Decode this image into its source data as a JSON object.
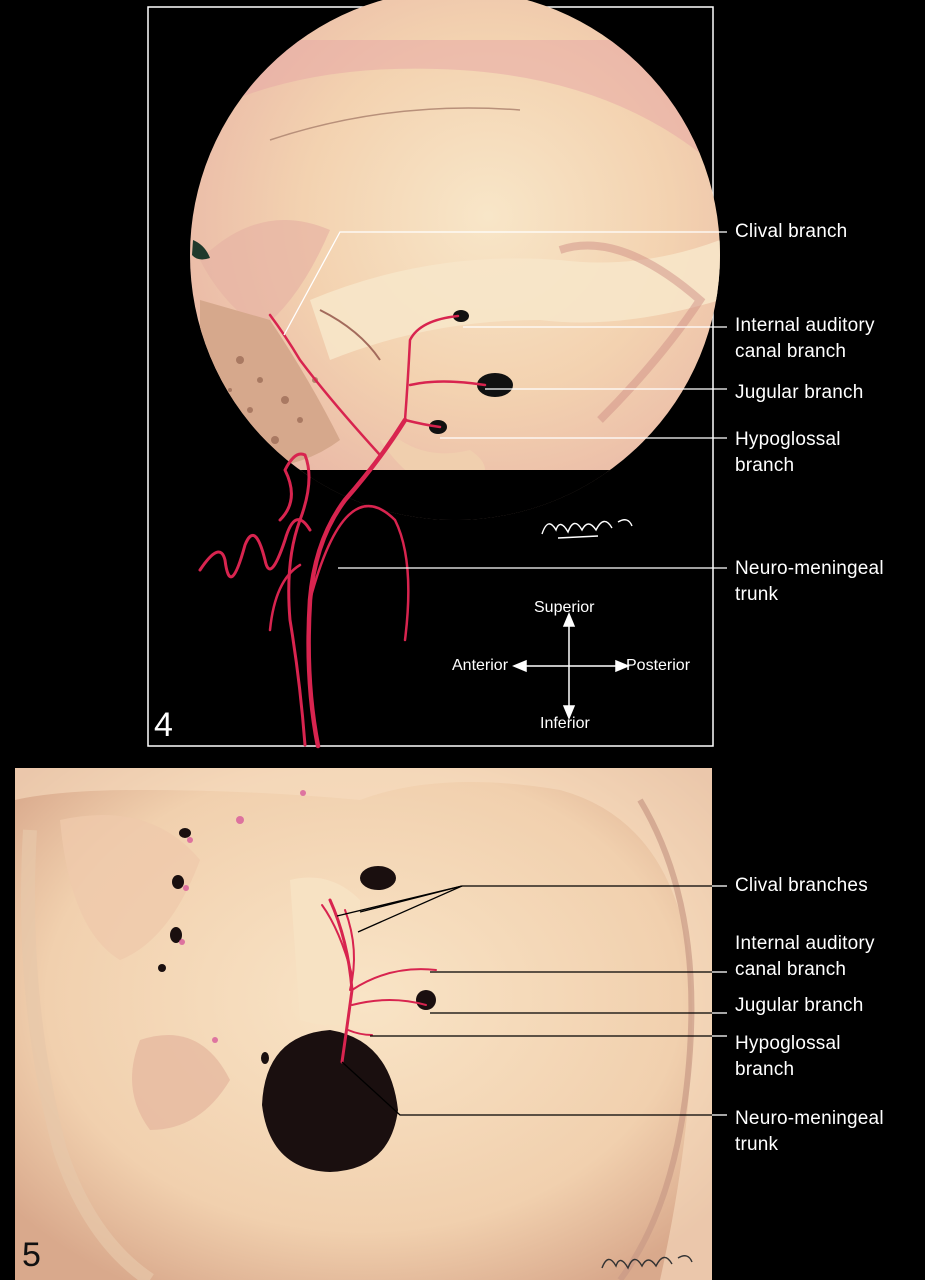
{
  "figure4": {
    "number": "4",
    "labels": {
      "clival_branch": "Clival branch",
      "internal_auditory": "Internal auditory\ncanal branch",
      "jugular": "Jugular branch",
      "hypoglossal": "Hypoglossal\nbranch",
      "neuromeningeal": "Neuro-meningeal\ntrunk"
    },
    "orientation": {
      "superior": "Superior",
      "inferior": "Inferior",
      "anterior": "Anterior",
      "posterior": "Posterior"
    },
    "signature": "DANIELS 01"
  },
  "figure5": {
    "number": "5",
    "labels": {
      "clival_branches": "Clival branches",
      "internal_auditory": "Internal auditory\ncanal branch",
      "jugular": "Jugular branch",
      "hypoglossal": "Hypoglossal\nbranch",
      "neuromeningeal": "Neuro-meningeal\ntrunk"
    },
    "signature": "DANIELS 01"
  },
  "colors": {
    "artery": "#d8244f",
    "bone": "#f3d7b5",
    "background": "#000000",
    "leader": "#ffffff"
  }
}
